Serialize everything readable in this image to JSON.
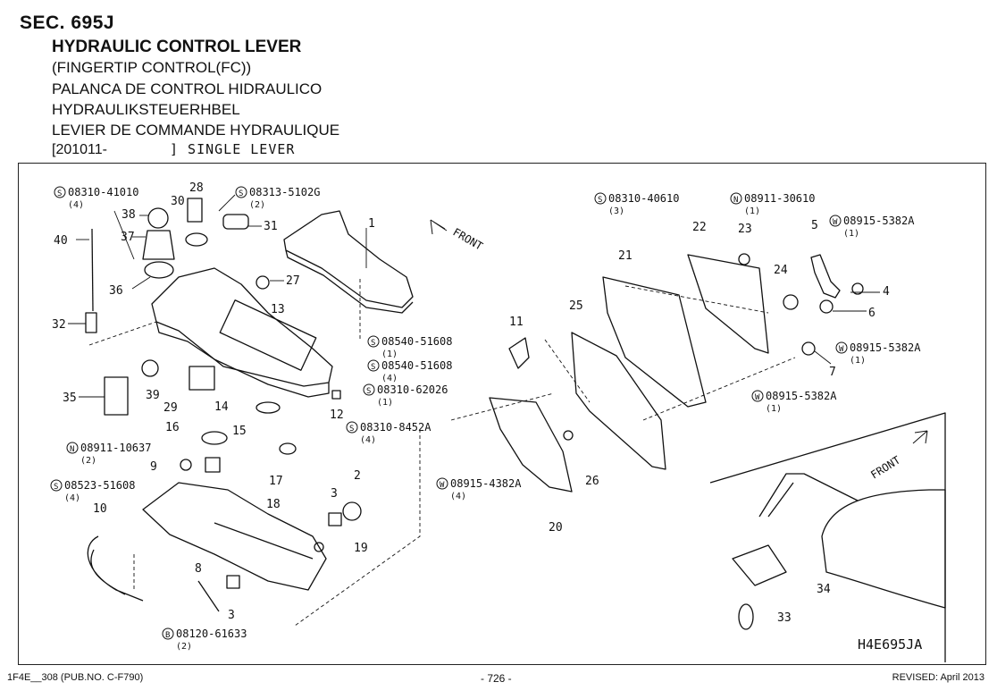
{
  "header": {
    "section": "SEC. 695J",
    "title": "HYDRAULIC CONTROL LEVER",
    "subtitles": [
      "(FINGERTIP CONTROL(FC))",
      "PALANCA DE CONTROL HIDRAULICO",
      "HYDRAULIKSTEUERHBEL",
      "LEVIER DE COMMANDE HYDRAULIQUE"
    ],
    "range_start": "[201011-",
    "range_end": "] SINGLE LEVER"
  },
  "diagram": {
    "callouts": [
      {
        "id": "c1",
        "label": "1"
      },
      {
        "id": "c2",
        "label": "2"
      },
      {
        "id": "c3a",
        "label": "3"
      },
      {
        "id": "c3b",
        "label": "3"
      },
      {
        "id": "c4",
        "label": "4"
      },
      {
        "id": "c5",
        "label": "5"
      },
      {
        "id": "c6",
        "label": "6"
      },
      {
        "id": "c7",
        "label": "7"
      },
      {
        "id": "c8",
        "label": "8"
      },
      {
        "id": "c9",
        "label": "9"
      },
      {
        "id": "c10",
        "label": "10"
      },
      {
        "id": "c11",
        "label": "11"
      },
      {
        "id": "c12",
        "label": "12"
      },
      {
        "id": "c13",
        "label": "13"
      },
      {
        "id": "c14",
        "label": "14"
      },
      {
        "id": "c15",
        "label": "15"
      },
      {
        "id": "c16",
        "label": "16"
      },
      {
        "id": "c17",
        "label": "17"
      },
      {
        "id": "c18",
        "label": "18"
      },
      {
        "id": "c19",
        "label": "19"
      },
      {
        "id": "c20",
        "label": "20"
      },
      {
        "id": "c21",
        "label": "21"
      },
      {
        "id": "c22",
        "label": "22"
      },
      {
        "id": "c23",
        "label": "23"
      },
      {
        "id": "c24",
        "label": "24"
      },
      {
        "id": "c25",
        "label": "25"
      },
      {
        "id": "c26",
        "label": "26"
      },
      {
        "id": "c27",
        "label": "27"
      },
      {
        "id": "c28",
        "label": "28"
      },
      {
        "id": "c29",
        "label": "29"
      },
      {
        "id": "c30",
        "label": "30"
      },
      {
        "id": "c31",
        "label": "31"
      },
      {
        "id": "c32",
        "label": "32"
      },
      {
        "id": "c33",
        "label": "33"
      },
      {
        "id": "c34",
        "label": "34"
      },
      {
        "id": "c35",
        "label": "35"
      },
      {
        "id": "c36",
        "label": "36"
      },
      {
        "id": "c37",
        "label": "37"
      },
      {
        "id": "c38",
        "label": "38"
      },
      {
        "id": "c39",
        "label": "39"
      },
      {
        "id": "c40",
        "label": "40"
      }
    ],
    "std_parts": [
      {
        "prefix": "S",
        "part": "08310-41010",
        "qty": "(4)"
      },
      {
        "prefix": "S",
        "part": "08313-5102G",
        "qty": "(2)"
      },
      {
        "prefix": "S",
        "part": "08310-40610",
        "qty": "(3)"
      },
      {
        "prefix": "N",
        "part": "08911-30610",
        "qty": "(1)"
      },
      {
        "prefix": "W",
        "part": "08915-5382A",
        "qty": "(1)"
      },
      {
        "prefix": "S",
        "part": "08540-51608",
        "qty": "(1)"
      },
      {
        "prefix": "S",
        "part": "08540-51608",
        "qty": "(4)"
      },
      {
        "prefix": "S",
        "part": "08310-62026",
        "qty": "(1)"
      },
      {
        "prefix": "W",
        "part": "08915-5382A",
        "qty": "(1)"
      },
      {
        "prefix": "W",
        "part": "08915-5382A",
        "qty": "(1)"
      },
      {
        "prefix": "S",
        "part": "08310-8452A",
        "qty": "(4)"
      },
      {
        "prefix": "N",
        "part": "08911-10637",
        "qty": "(2)"
      },
      {
        "prefix": "W",
        "part": "08915-4382A",
        "qty": "(4)"
      },
      {
        "prefix": "S",
        "part": "08523-51608",
        "qty": "(4)"
      },
      {
        "prefix": "B",
        "part": "08120-61633",
        "qty": "(2)"
      }
    ],
    "front_label": "FRONT",
    "front_label_inset": "FRONT",
    "figure_code": "H4E695JA"
  },
  "footer": {
    "left": "1F4E__308 (PUB.NO. C-F790)",
    "center": "- 726 -",
    "right": "REVISED: April 2013"
  }
}
